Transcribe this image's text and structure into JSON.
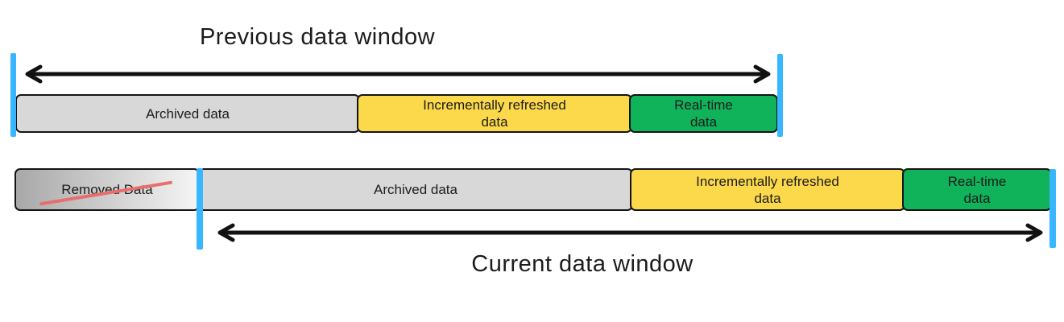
{
  "diagram": {
    "previous_window": {
      "title": "Previous data window",
      "segments": [
        {
          "name": "archived",
          "label": "Archived data"
        },
        {
          "name": "incremental",
          "label": "Incrementally refreshed\ndata"
        },
        {
          "name": "realtime",
          "label": "Real-time\ndata"
        }
      ]
    },
    "current_window": {
      "title": "Current data window",
      "removed": {
        "label": "Removed Data"
      },
      "segments": [
        {
          "name": "archived",
          "label": "Archived data"
        },
        {
          "name": "incremental",
          "label": "Incrementally refreshed\ndata"
        },
        {
          "name": "realtime",
          "label": "Real-time\ndata"
        }
      ]
    },
    "colors": {
      "window_marker_blue": "#38b6ff",
      "archived_gray": "#d8d8d8",
      "incremental_yellow": "#fcd94b",
      "realtime_green": "#10b25a",
      "removed_gradient_start": "#a8a8a8",
      "removed_gradient_end": "#f5f5f5",
      "strike_red": "#e86e6e",
      "outline_black": "#141414"
    }
  }
}
